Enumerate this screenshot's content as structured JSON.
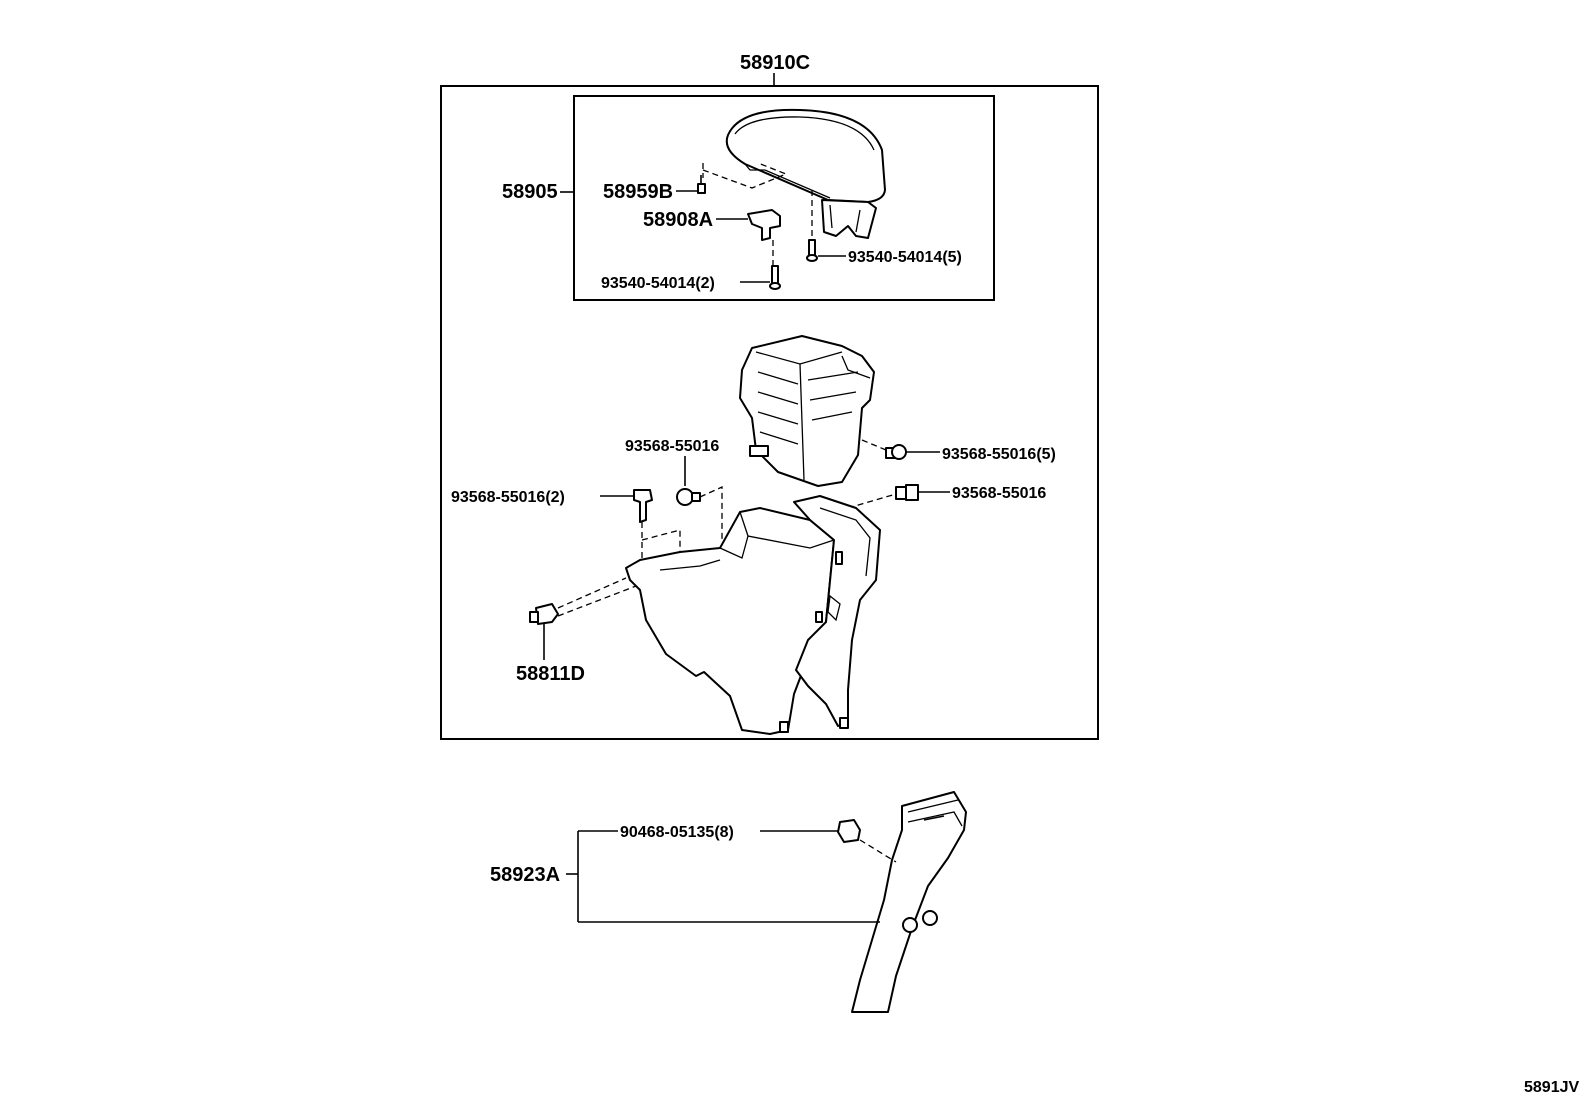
{
  "labels": {
    "assembly": "58910C",
    "armrest_group": "58905",
    "screw_top": "58959B",
    "bracket": "58908A",
    "screw_pair": "93540-54014(2)",
    "screw_five": "93540-54014(5)",
    "clip_center": "93568-55016",
    "clip_five": "93568-55016(5)",
    "clip_pair": "93568-55016(2)",
    "clip_right": "93568-55016",
    "clip_side": "58811D",
    "clip_pillar": "90468-05135(8)",
    "pillar_group": "58923A",
    "diagram_code": "5891JV"
  }
}
